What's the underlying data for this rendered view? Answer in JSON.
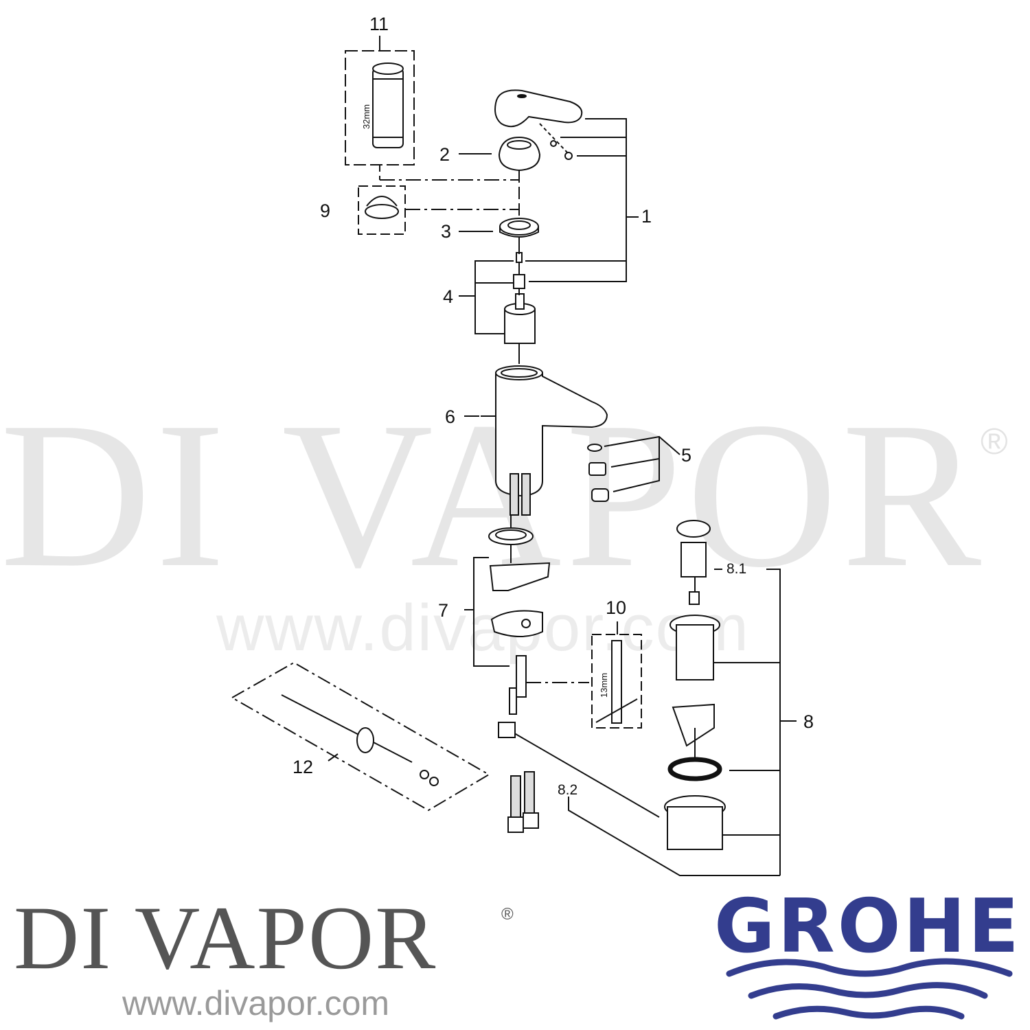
{
  "watermark": {
    "brand": "DI VAPOR",
    "registered": "®",
    "url": "www.divapor.com"
  },
  "diagram": {
    "title": "Grohe basin mixer spare parts exploded view",
    "callouts": [
      {
        "id": "1",
        "label": "1"
      },
      {
        "id": "2",
        "label": "2"
      },
      {
        "id": "3",
        "label": "3"
      },
      {
        "id": "4",
        "label": "4"
      },
      {
        "id": "5",
        "label": "5"
      },
      {
        "id": "6",
        "label": "6"
      },
      {
        "id": "7",
        "label": "7"
      },
      {
        "id": "8",
        "label": "8"
      },
      {
        "id": "8.1",
        "label": "8.1"
      },
      {
        "id": "8.2",
        "label": "8.2"
      },
      {
        "id": "9",
        "label": "9"
      },
      {
        "id": "10",
        "label": "10"
      },
      {
        "id": "11",
        "label": "11"
      },
      {
        "id": "12",
        "label": "12"
      }
    ],
    "dimensions": {
      "tool_11": "32mm",
      "tool_10": "13mm"
    }
  },
  "footer": {
    "retailer": {
      "name": "DI VAPOR",
      "registered": "®",
      "url": "www.divapor.com"
    },
    "manufacturer": {
      "name": "GROHE",
      "color": "#333d8e"
    }
  },
  "colors": {
    "line": "#111111",
    "watermark": "#e6e6e6",
    "retailer_text": "#555555",
    "retailer_url": "#9a9a9a",
    "grohe_blue": "#333d8e"
  }
}
